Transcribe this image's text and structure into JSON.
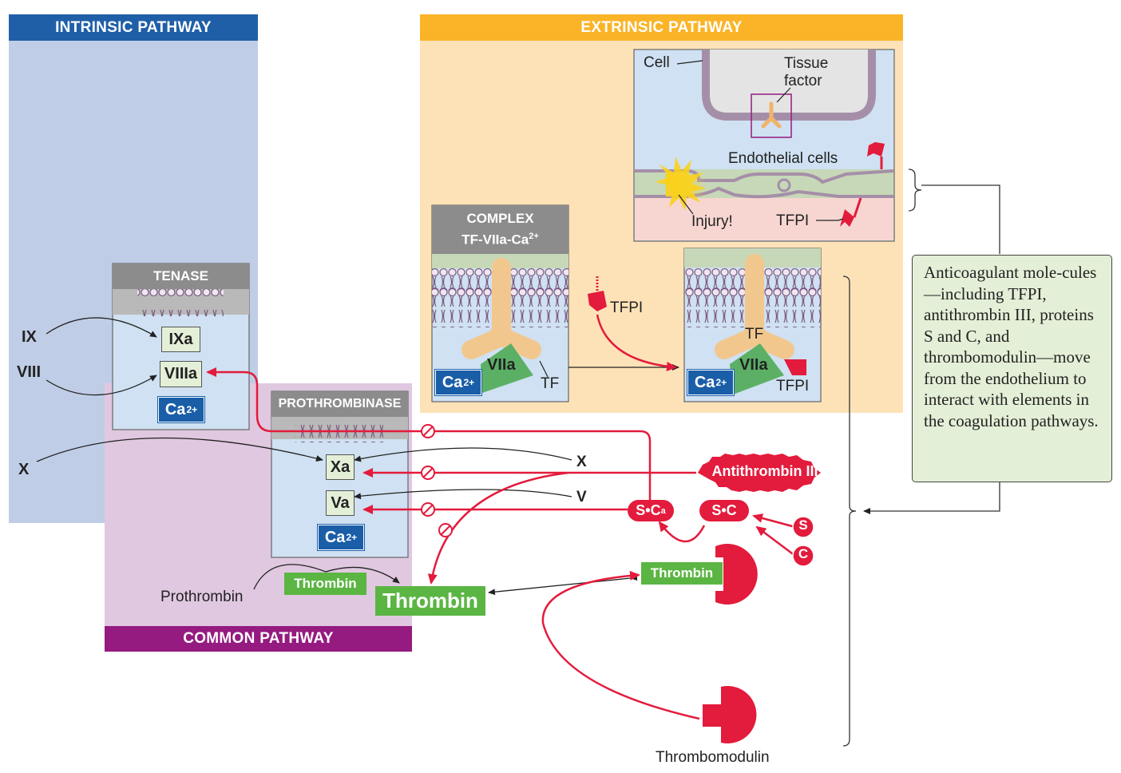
{
  "headers": {
    "intrinsic": "INTRINSIC PATHWAY",
    "extrinsic": "EXTRINSIC PATHWAY",
    "common": "COMMON PATHWAY"
  },
  "tenase": {
    "title": "TENASE",
    "factors": [
      "IXa",
      "VIIIa"
    ],
    "calcium": "Ca",
    "calcium_sup": "2+",
    "inputs": [
      "IX",
      "VIII"
    ]
  },
  "prothrombinase": {
    "title": "PROTHROMBINASE",
    "factors": [
      "Xa",
      "Va"
    ],
    "calcium": "Ca",
    "calcium_sup": "2+",
    "input_x_left": "X",
    "input_x_right": "X",
    "input_v_right": "V"
  },
  "complex": {
    "title_line1": "COMPLEX",
    "title_line2": "TF-VIIa-Ca",
    "title_sup": "2+",
    "enzyme": "VIIa",
    "tf": "TF",
    "calcium": "Ca",
    "calcium_sup": "2+",
    "tfpi": "TFPI"
  },
  "inhibited": {
    "tf": "TF",
    "enzyme": "VIIa",
    "tfpi": "TFPI",
    "calcium": "Ca",
    "calcium_sup": "2+"
  },
  "inset": {
    "cell": "Cell",
    "tissue_factor_1": "Tissue",
    "tissue_factor_2": "factor",
    "endothelial": "Endothelial cells",
    "injury": "Injury!",
    "tfpi": "TFPI"
  },
  "common": {
    "prothrombin": "Prothrombin",
    "thrombin_small": "Thrombin",
    "thrombin_big": "Thrombin",
    "thrombin_receptor": "Thrombin",
    "thrombomodulin": "Thrombomodulin"
  },
  "anticoag": {
    "antithrombin": "Antithrombin III",
    "sca": "S•C",
    "sca_sub": "a",
    "sc": "S•C",
    "s": "S",
    "c": "C"
  },
  "note": "Anticoagulant mole-cules—including TFPI, antithrombin III, proteins S and C, and thrombomodulin—move from the endothelium to interact with elements in the coagulation pathways.",
  "colors": {
    "intrinsic_bg": "#c0cde6",
    "intrinsic_hdr": "#1f5fa8",
    "extrinsic_bg": "#fde2b8",
    "extrinsic_hdr": "#fbb427",
    "common_bg": "#e0c8e0",
    "common_hdr": "#951b80",
    "red": "#e31b3c",
    "green": "#5bb543",
    "blue": "#1a5ea8"
  }
}
